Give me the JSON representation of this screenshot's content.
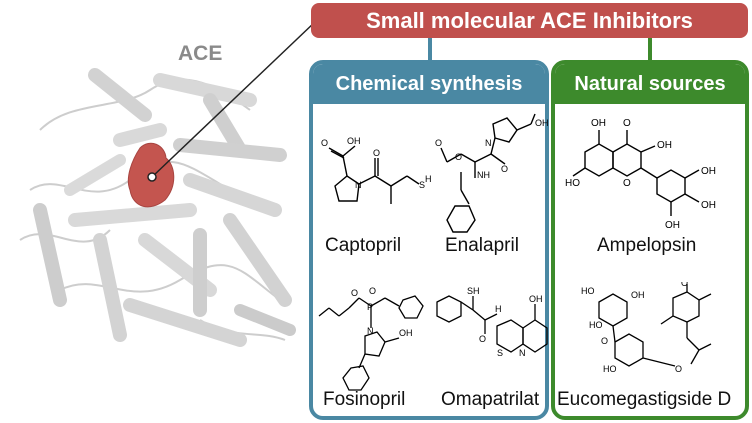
{
  "protein": {
    "label": "ACE"
  },
  "header": {
    "title": "Small molecular ACE Inhibitors"
  },
  "panels": {
    "chemical": {
      "title": "Chemical synthesis",
      "drugs": [
        {
          "name": "Captopril"
        },
        {
          "name": "Enalapril"
        },
        {
          "name": "Fosinopril"
        },
        {
          "name": "Omapatrilat"
        }
      ]
    },
    "natural": {
      "title": "Natural sources",
      "drugs": [
        {
          "name": "Ampelopsin"
        },
        {
          "name": "Eucomegastigside D"
        }
      ]
    }
  },
  "colors": {
    "banner": "#c0504d",
    "chemical": "#4a88a3",
    "natural": "#3d8a2c",
    "ligand": "#c4554f",
    "protein": "#d6d6d6"
  }
}
